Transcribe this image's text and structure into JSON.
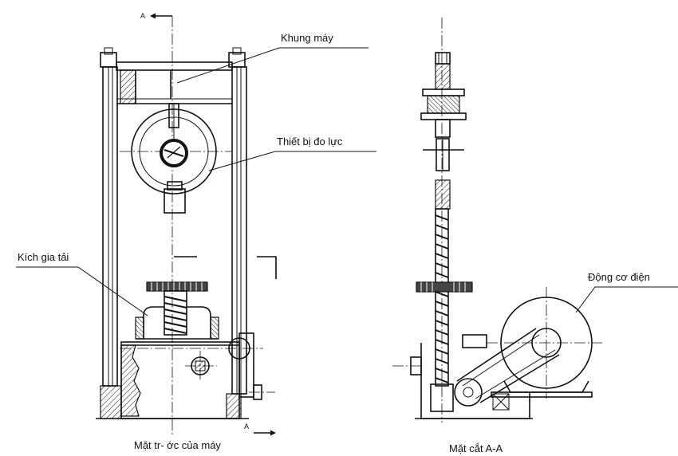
{
  "labels": {
    "machine_frame": "Khung máy",
    "force_gauge": "Thiết bị đo lực",
    "loading_jack": "Kích gia tải",
    "electric_motor": "Động cơ điện"
  },
  "section_marks": {
    "top": "A",
    "bottom": "A"
  },
  "captions": {
    "front_view": "Mặt tr- ớc của máy",
    "section_view": "Mặt cắt A-A"
  }
}
